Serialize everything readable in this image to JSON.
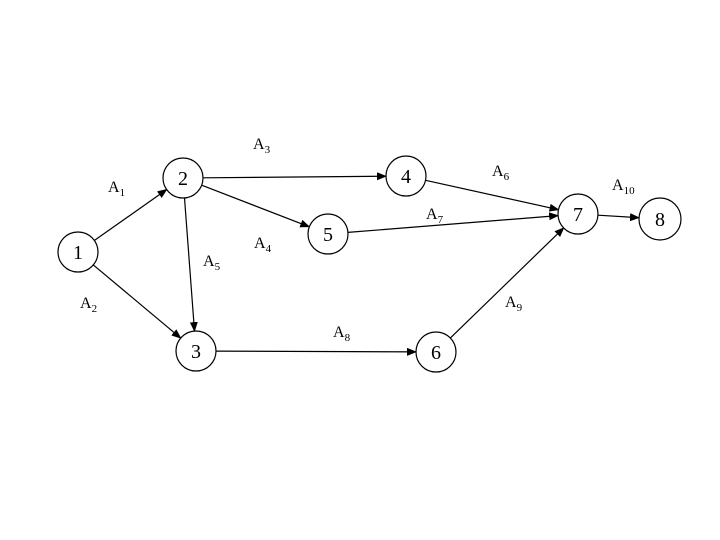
{
  "colors": {
    "stroke": "#000000",
    "background": "#ffffff"
  },
  "nodes": [
    {
      "id": "1",
      "label": "1"
    },
    {
      "id": "2",
      "label": "2"
    },
    {
      "id": "3",
      "label": "3"
    },
    {
      "id": "4",
      "label": "4"
    },
    {
      "id": "5",
      "label": "5"
    },
    {
      "id": "6",
      "label": "6"
    },
    {
      "id": "7",
      "label": "7"
    },
    {
      "id": "8",
      "label": "8"
    }
  ],
  "edges": [
    {
      "from": "1",
      "to": "2",
      "letter": "A",
      "sub": "1"
    },
    {
      "from": "1",
      "to": "3",
      "letter": "A",
      "sub": "2"
    },
    {
      "from": "2",
      "to": "4",
      "letter": "A",
      "sub": "3"
    },
    {
      "from": "2",
      "to": "5",
      "letter": "A",
      "sub": "4"
    },
    {
      "from": "2",
      "to": "3",
      "letter": "A",
      "sub": "5"
    },
    {
      "from": "4",
      "to": "7",
      "letter": "A",
      "sub": "6"
    },
    {
      "from": "5",
      "to": "7",
      "letter": "A",
      "sub": "7"
    },
    {
      "from": "3",
      "to": "6",
      "letter": "A",
      "sub": "8"
    },
    {
      "from": "6",
      "to": "7",
      "letter": "A",
      "sub": "9"
    },
    {
      "from": "7",
      "to": "8",
      "letter": "A",
      "sub": "10"
    }
  ]
}
